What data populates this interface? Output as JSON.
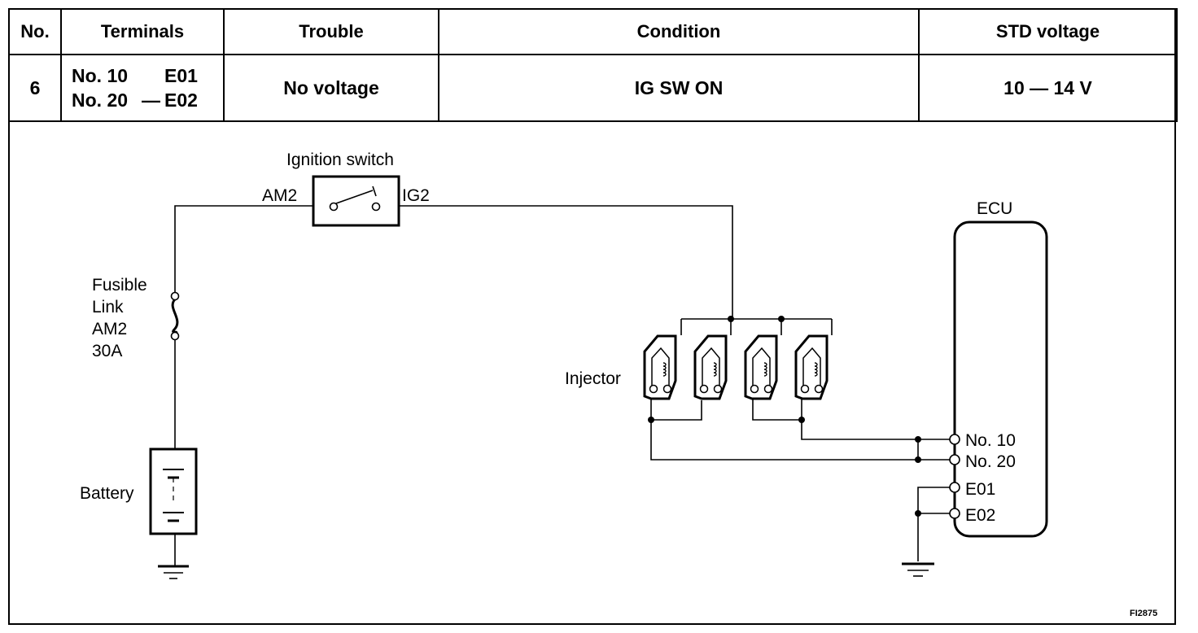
{
  "table": {
    "headers": {
      "no": "No.",
      "terminals": "Terminals",
      "trouble": "Trouble",
      "condition": "Condition",
      "std_voltage": "STD voltage"
    },
    "row": {
      "no": "6",
      "terminals": {
        "a_left": "No. 10",
        "a_right": "E01",
        "b_left": "No. 20",
        "b_right": "E02",
        "separator": "—"
      },
      "trouble": "No voltage",
      "condition": "IG SW ON",
      "std_voltage": "10 — 14 V"
    }
  },
  "diagram": {
    "ignition_switch": "Ignition switch",
    "am2": "AM2",
    "ig2": "IG2",
    "fusible_link": [
      "Fusible",
      "Link",
      "AM2",
      "30A"
    ],
    "battery": "Battery",
    "injector": "Injector",
    "ecu": "ECU",
    "ecu_terminals": [
      "No. 10",
      "No. 20",
      "E01",
      "E02"
    ],
    "figure_code": "FI2875"
  }
}
